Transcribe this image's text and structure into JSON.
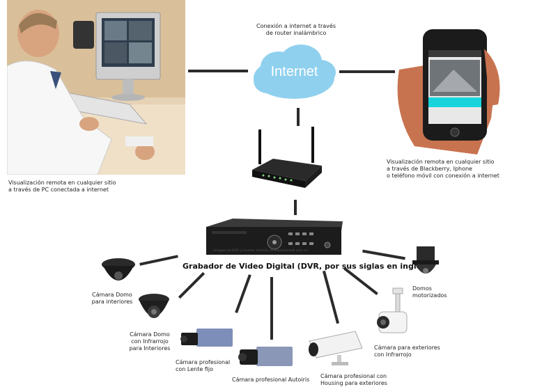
{
  "internet_cloud": {
    "label": "Internet"
  },
  "router_caption": [
    "Conexión a internet a través",
    "de router inalámbrico"
  ],
  "pc_caption": [
    "Visualización remota en cualquier sitio",
    "a través de PC conectada a internet"
  ],
  "phone_caption": [
    "Visualización remota en cualquier sitio",
    "a través de Blackberry, Iphone",
    "o teléfono móvil con conexión a internet"
  ],
  "dvr": {
    "title": "Grabador de Video Digital (DVR, por sus siglas en inglés)",
    "credit": "(Imagen de DVR y monitor cortesía de www.siarweb.com.ar)"
  },
  "cameras": {
    "domo_interiores": [
      "Cámara Domo",
      "para interiores"
    ],
    "domo_infrarrojo": [
      "Cámara Domo",
      "con Infrarrojo",
      "para Interiores"
    ],
    "lente_fijo": [
      "Cámara profesional",
      "con Lente fijo"
    ],
    "autoiris": [
      "Cámara profesional Autoiris"
    ],
    "housing": [
      "Cámara profesional con",
      "Housing para exteriores"
    ],
    "exteriores": [
      "Cámara para exteriores",
      "con Infrarrojo"
    ],
    "domos_motorizados": [
      "Domos",
      "motorizados"
    ]
  },
  "colors": {
    "cloud": "#8fd0ee",
    "connector": "#2b2b2b",
    "router": "#1a1a1a",
    "dvr": "#1c1c1c"
  }
}
